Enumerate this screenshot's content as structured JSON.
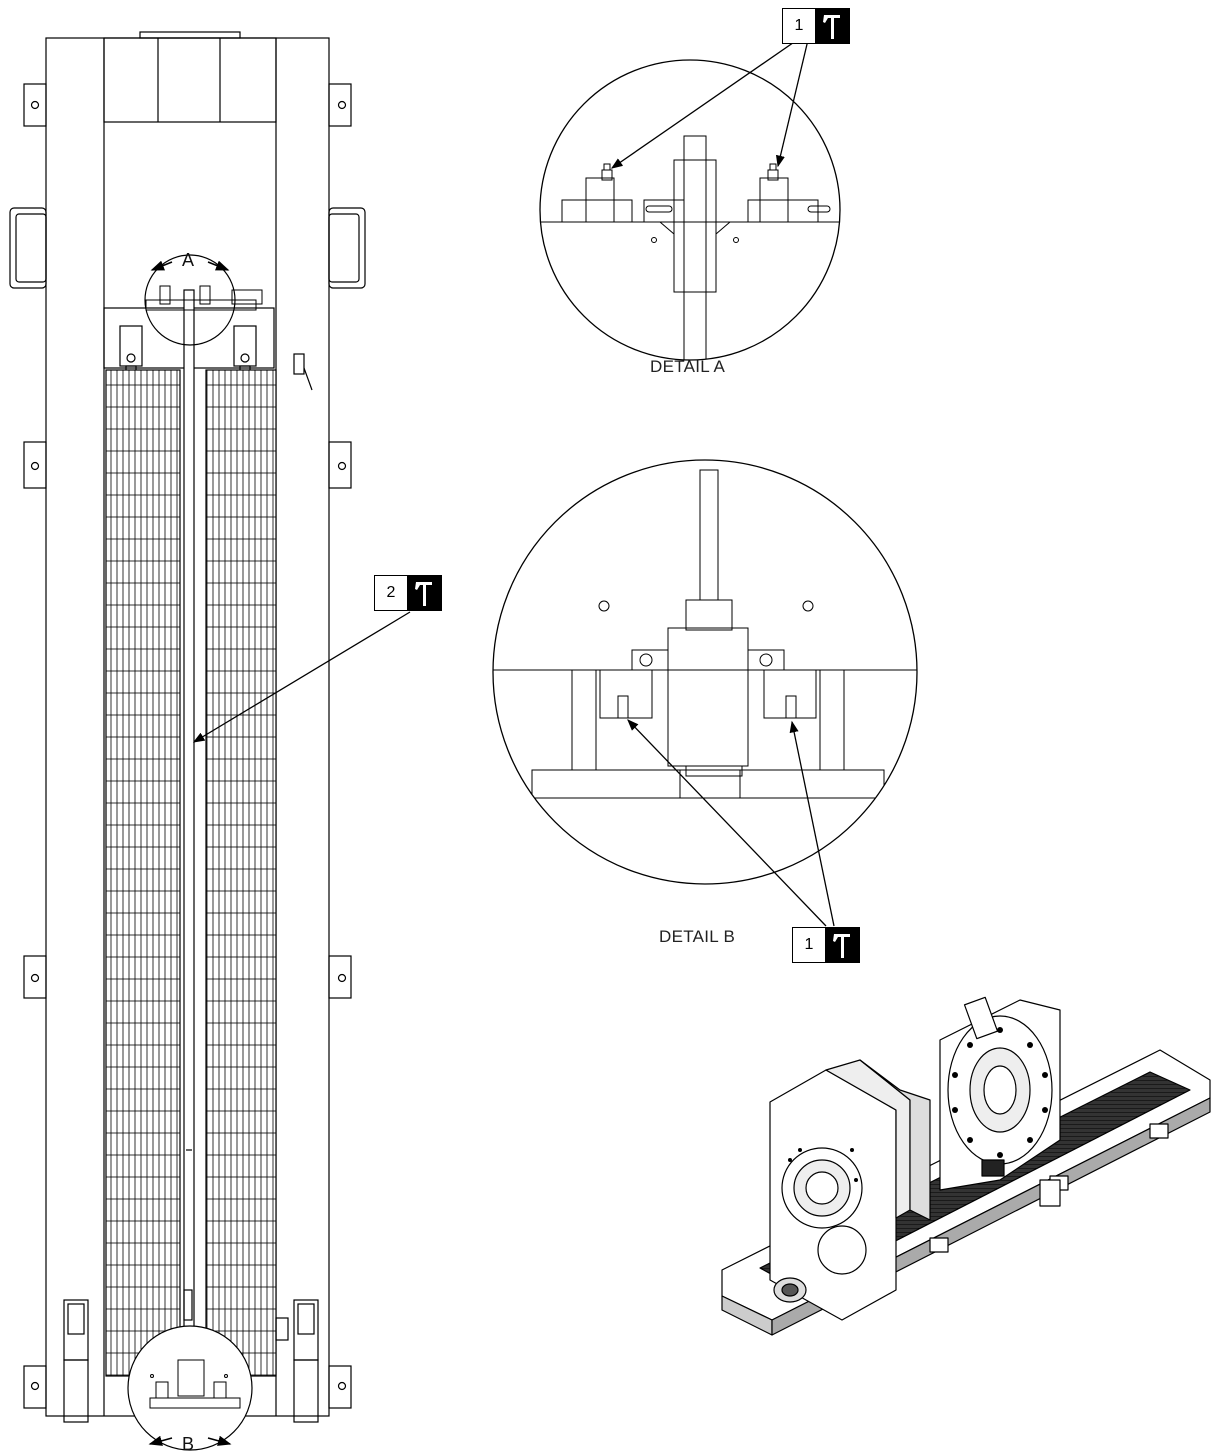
{
  "view_labels": {
    "a": "A",
    "b": "B"
  },
  "details": {
    "a": {
      "caption": "DETAIL A"
    },
    "b": {
      "caption": "DETAIL B"
    }
  },
  "callouts": {
    "detail_a": {
      "number": "1",
      "icon": "grease-gun-icon"
    },
    "main_view": {
      "number": "2",
      "icon": "grease-gun-icon"
    },
    "detail_b": {
      "number": "1",
      "icon": "grease-gun-icon"
    }
  },
  "colors": {
    "line": "#000000",
    "background": "#ffffff"
  }
}
